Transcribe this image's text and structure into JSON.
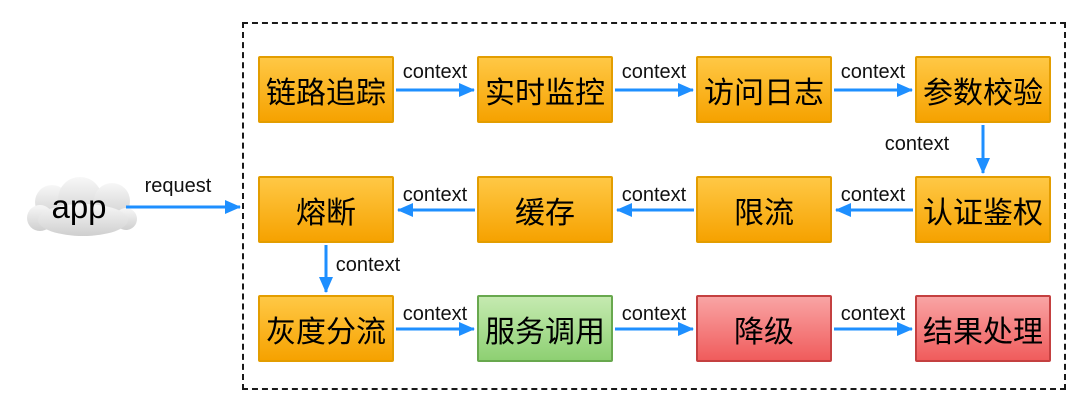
{
  "source": {
    "label": "app"
  },
  "nodes": [
    {
      "id": "trace",
      "label": "链路追踪",
      "color": "orange"
    },
    {
      "id": "monitor",
      "label": "实时监控",
      "color": "orange"
    },
    {
      "id": "access-log",
      "label": "访问日志",
      "color": "orange"
    },
    {
      "id": "param-check",
      "label": "参数校验",
      "color": "orange"
    },
    {
      "id": "auth",
      "label": "认证鉴权",
      "color": "orange"
    },
    {
      "id": "rate-limit",
      "label": "限流",
      "color": "orange"
    },
    {
      "id": "cache",
      "label": "缓存",
      "color": "orange"
    },
    {
      "id": "circuit-break",
      "label": "熔断",
      "color": "orange"
    },
    {
      "id": "gray-split",
      "label": "灰度分流",
      "color": "orange"
    },
    {
      "id": "service-call",
      "label": "服务调用",
      "color": "green"
    },
    {
      "id": "degrade",
      "label": "降级",
      "color": "red"
    },
    {
      "id": "result",
      "label": "结果处理",
      "color": "red"
    }
  ],
  "edges": [
    {
      "from": "app",
      "to": "pipeline",
      "label": "request"
    },
    {
      "from": "trace",
      "to": "monitor",
      "label": "context"
    },
    {
      "from": "monitor",
      "to": "access-log",
      "label": "context"
    },
    {
      "from": "access-log",
      "to": "param-check",
      "label": "context"
    },
    {
      "from": "param-check",
      "to": "auth",
      "label": "context"
    },
    {
      "from": "auth",
      "to": "rate-limit",
      "label": "context"
    },
    {
      "from": "rate-limit",
      "to": "cache",
      "label": "context"
    },
    {
      "from": "cache",
      "to": "circuit-break",
      "label": "context"
    },
    {
      "from": "circuit-break",
      "to": "gray-split",
      "label": "context"
    },
    {
      "from": "gray-split",
      "to": "service-call",
      "label": "context"
    },
    {
      "from": "service-call",
      "to": "degrade",
      "label": "context"
    },
    {
      "from": "degrade",
      "to": "result",
      "label": "context"
    }
  ],
  "colors": {
    "arrow": "#1e8fff",
    "dashed_border": "#1a1a1a",
    "orange_top": "#ffc845",
    "orange_bottom": "#f6a200",
    "orange_border": "#e39d00",
    "green_top": "#c5eab0",
    "green_bottom": "#8ed073",
    "green_border": "#68a84e",
    "red_top": "#f9a4a4",
    "red_bottom": "#f05c5c",
    "red_border": "#c44040",
    "cloud_top": "#f6f6f6",
    "cloud_bottom": "#d0d0d0",
    "text": "#000000"
  }
}
